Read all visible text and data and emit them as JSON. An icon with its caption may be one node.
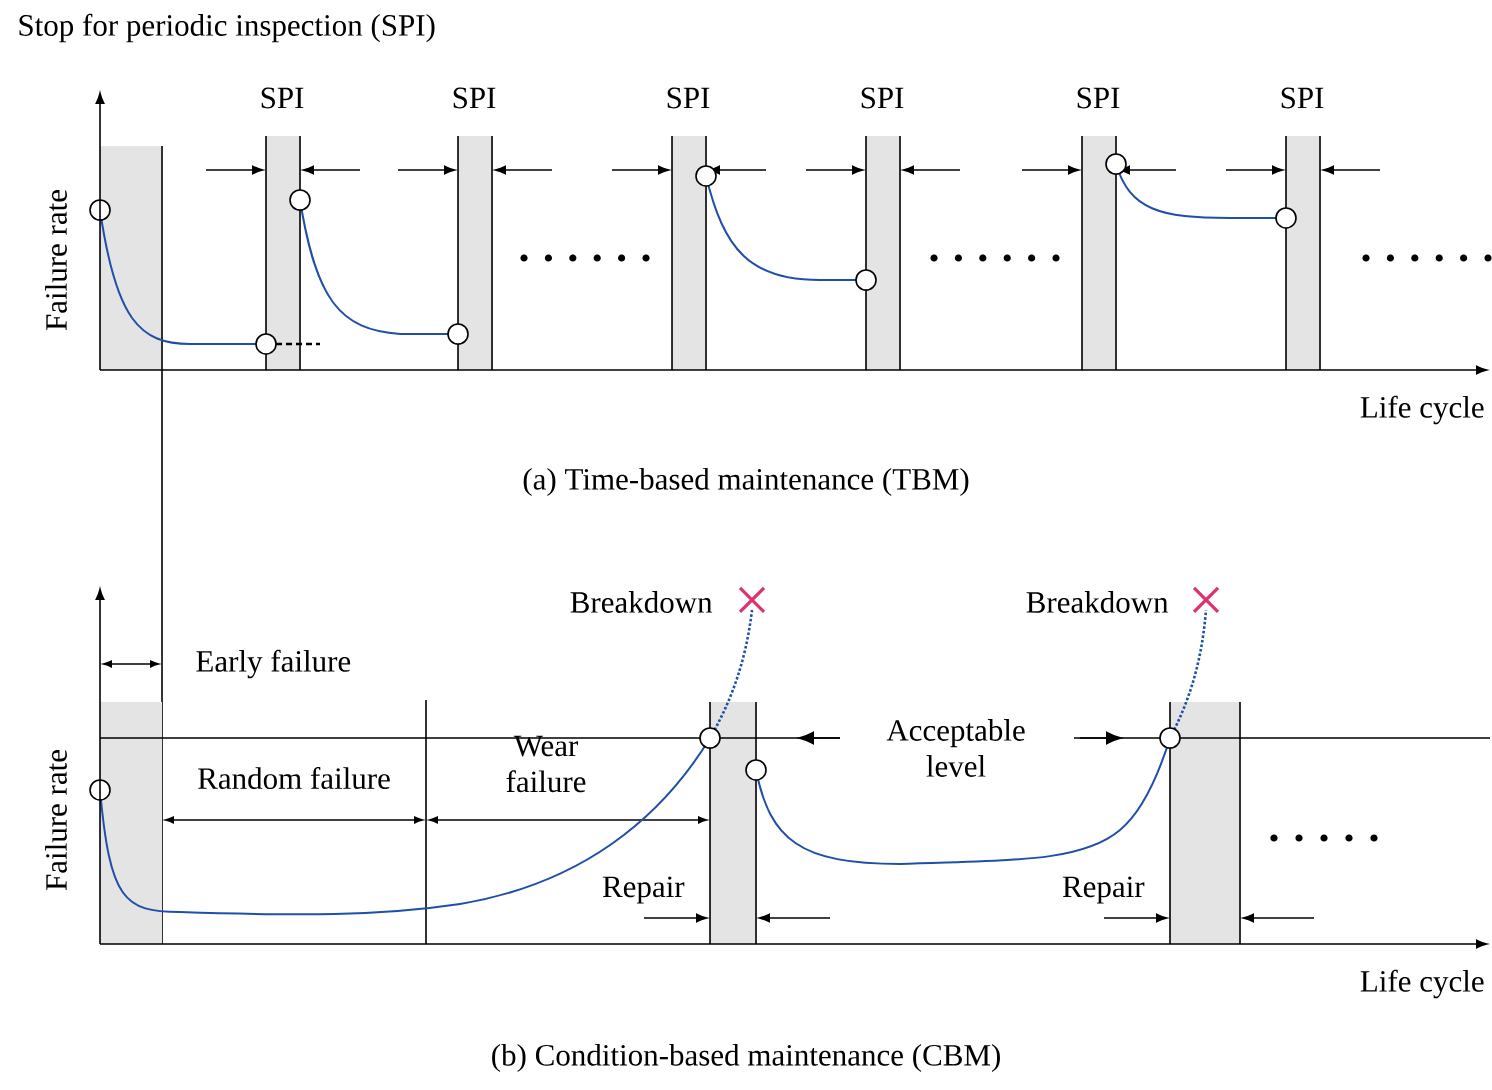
{
  "diagram": {
    "title": "Stop for periodic inspection (SPI)",
    "labels": [
      "Failure rate",
      "SPI",
      "SPI",
      "SPI",
      "SPI",
      "SPI",
      "SPI",
      "Life cycle",
      "(a)  Time-based maintenance (TBM)",
      "Breakdown",
      "Breakdown",
      "Early failure",
      "Failure rate",
      "Acceptable level",
      "Random failure",
      "Wear failure",
      "Repair",
      "Repair",
      "Life cycle",
      "(b)  Condition-based maintenance (CBM)"
    ]
  }
}
